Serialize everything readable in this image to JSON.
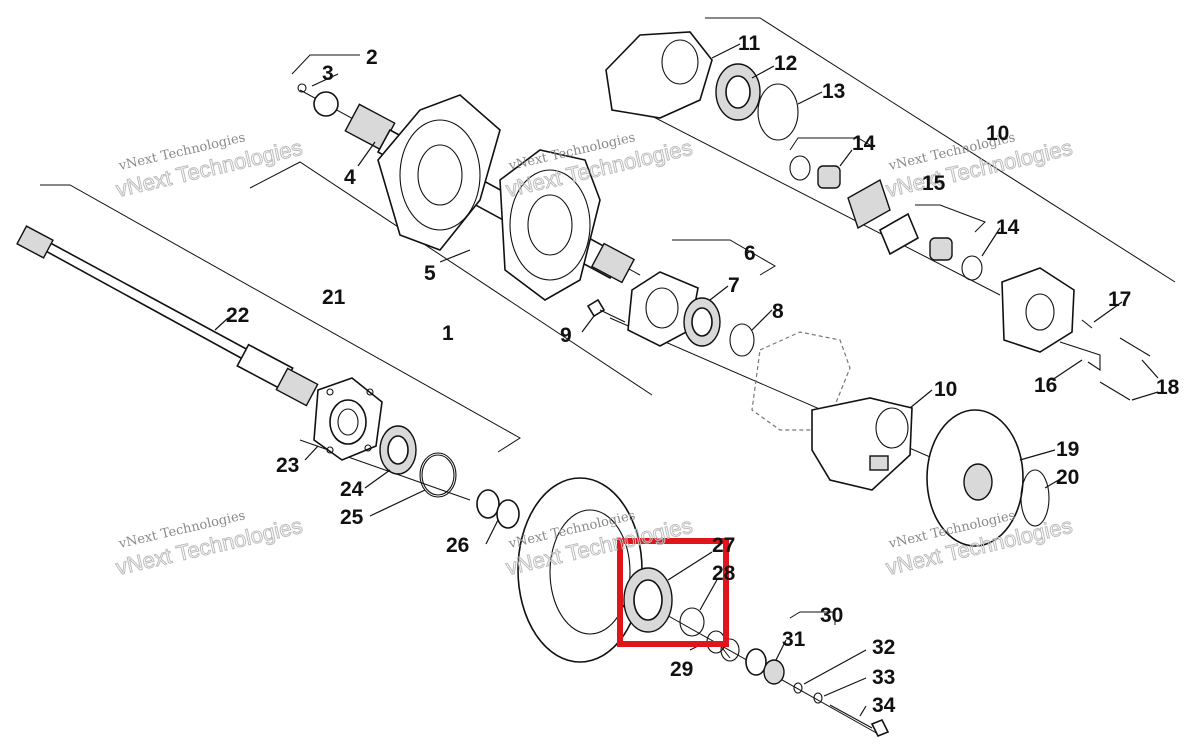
{
  "callouts": [
    {
      "id": "c1",
      "text": "1"
    },
    {
      "id": "c2",
      "text": "2"
    },
    {
      "id": "c3",
      "text": "3"
    },
    {
      "id": "c4",
      "text": "4"
    },
    {
      "id": "c5",
      "text": "5"
    },
    {
      "id": "c6",
      "text": "6"
    },
    {
      "id": "c7",
      "text": "7"
    },
    {
      "id": "c8",
      "text": "8"
    },
    {
      "id": "c9",
      "text": "9"
    },
    {
      "id": "c10a",
      "text": "10"
    },
    {
      "id": "c10b",
      "text": "10"
    },
    {
      "id": "c11",
      "text": "11"
    },
    {
      "id": "c12",
      "text": "12"
    },
    {
      "id": "c13",
      "text": "13"
    },
    {
      "id": "c14a",
      "text": "14"
    },
    {
      "id": "c14b",
      "text": "14"
    },
    {
      "id": "c15",
      "text": "15"
    },
    {
      "id": "c16",
      "text": "16"
    },
    {
      "id": "c17",
      "text": "17"
    },
    {
      "id": "c18",
      "text": "18"
    },
    {
      "id": "c19",
      "text": "19"
    },
    {
      "id": "c20",
      "text": "20"
    },
    {
      "id": "c21",
      "text": "21"
    },
    {
      "id": "c22",
      "text": "22"
    },
    {
      "id": "c23",
      "text": "23"
    },
    {
      "id": "c24",
      "text": "24"
    },
    {
      "id": "c25",
      "text": "25"
    },
    {
      "id": "c26",
      "text": "26"
    },
    {
      "id": "c27",
      "text": "27"
    },
    {
      "id": "c28",
      "text": "28"
    },
    {
      "id": "c29",
      "text": "29"
    },
    {
      "id": "c30",
      "text": "30"
    },
    {
      "id": "c31",
      "text": "31"
    },
    {
      "id": "c32",
      "text": "32"
    },
    {
      "id": "c33",
      "text": "33"
    },
    {
      "id": "c34",
      "text": "34"
    }
  ],
  "watermark": {
    "line1": "vNext Technologies",
    "line2": "vNext Technologies"
  },
  "highlight": {
    "color": "#e0151b",
    "parts": [
      "27",
      "28"
    ]
  }
}
